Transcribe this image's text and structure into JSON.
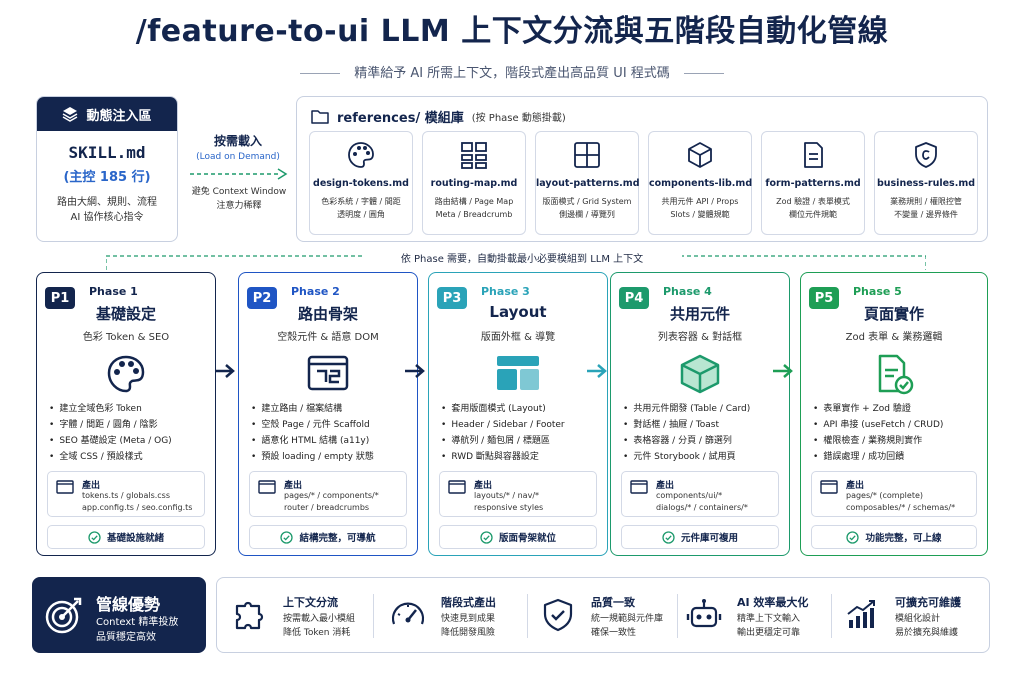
{
  "header": {
    "title": "/feature-to-ui LLM 上下文分流與五階段自動化管線",
    "subtitle": "精準給予 AI 所需上下文，階段式產出高品質 UI 程式碼"
  },
  "skill": {
    "head": "動態注入區",
    "title": "SKILL.md",
    "count": "(主控 185 行)",
    "desc_1": "路由大綱、規則、流程",
    "desc_2": "AI 協作核心指令"
  },
  "load": {
    "label": "按需載入",
    "label_en": "(Load on Demand)",
    "note_1": "避免 Context Window",
    "note_2": "注意力稀釋"
  },
  "refs": {
    "title": "references/ 模組庫",
    "subtitle": "(按 Phase 動態掛載)",
    "cards": [
      {
        "name": "design-tokens.md",
        "d1": "色彩系統 / 字體 / 間距",
        "d2": "透明度 / 圓角",
        "icon": "palette-icon"
      },
      {
        "name": "routing-map.md",
        "d1": "路由結構 / Page Map",
        "d2": "Meta / Breadcrumb",
        "icon": "sitemap-icon"
      },
      {
        "name": "layout-patterns.md",
        "d1": "版面模式 / Grid System",
        "d2": "側邊欄 / 導覽列",
        "icon": "grid-layout-icon"
      },
      {
        "name": "components-lib.md",
        "d1": "共用元件 API / Props",
        "d2": "Slots / 變體規範",
        "icon": "cube-icon"
      },
      {
        "name": "form-patterns.md",
        "d1": "Zod 驗證 / 表單模式",
        "d2": "欄位元件規範",
        "icon": "document-icon"
      },
      {
        "name": "business-rules.md",
        "d1": "業務規則 / 權限控管",
        "d2": "不變量 / 邊界條件",
        "icon": "shield-icon"
      }
    ],
    "phase_need": "依 Phase 需要，自動掛載最小必要模組到 LLM 上下文"
  },
  "phases": [
    {
      "badge": "P1",
      "num": "Phase 1",
      "name": "基礎設定",
      "sub": "色彩 Token & SEO",
      "color": "#13254d",
      "items": [
        "建立全域色彩 Token",
        "字體 / 間距 / 圓角 / 陰影",
        "SEO 基礎設定 (Meta / OG)",
        "全域 CSS / 預設樣式"
      ],
      "out_label": "產出",
      "out_1": "tokens.ts / globals.css",
      "out_2": "app.config.ts / seo.config.ts",
      "done": "基礎設施就緒"
    },
    {
      "badge": "P2",
      "num": "Phase 2",
      "name": "路由骨架",
      "sub": "空殼元件 & 語意 DOM",
      "color": "#1f55c4",
      "items": [
        "建立路由 / 檔案結構",
        "空殼 Page / 元件 Scaffold",
        "語意化 HTML 結構 (a11y)",
        "預設 loading / empty 狀態"
      ],
      "out_label": "產出",
      "out_1": "pages/* / components/*",
      "out_2": "router / breadcrumbs",
      "done": "結構完整，可導航"
    },
    {
      "badge": "P3",
      "num": "Phase 3",
      "name": "Layout",
      "sub": "版面外框 & 導覽",
      "color": "#2aa3b8",
      "items": [
        "套用版面模式 (Layout)",
        "Header / Sidebar / Footer",
        "導航列 / 麵包屑 / 標題區",
        "RWD 斷點與容器設定"
      ],
      "out_label": "產出",
      "out_1": "layouts/* / nav/*",
      "out_2": "responsive styles",
      "done": "版面骨架就位"
    },
    {
      "badge": "P4",
      "num": "Phase 4",
      "name": "共用元件",
      "sub": "列表容器 & 對話框",
      "color": "#1d9a6c",
      "items": [
        "共用元件開發 (Table / Card)",
        "對話框 / 抽屜 / Toast",
        "表格容器 / 分頁 / 篩選列",
        "元件 Storybook / 試用頁"
      ],
      "out_label": "產出",
      "out_1": "components/ui/*",
      "out_2": "dialogs/* / containers/*",
      "done": "元件庫可複用"
    },
    {
      "badge": "P5",
      "num": "Phase 5",
      "name": "頁面實作",
      "sub": "Zod 表單 & 業務邏輯",
      "color": "#1e9e55",
      "items": [
        "表單實作 + Zod 驗證",
        "API 串接 (useFetch / CRUD)",
        "權限檢查 / 業務規則實作",
        "錯誤處理 / 成功回饋"
      ],
      "out_label": "產出",
      "out_1": "pages/* (complete)",
      "out_2": "composables/* / schemas/*",
      "done": "功能完整，可上線"
    }
  ],
  "benefits_head": {
    "title": "管線優勢",
    "d1": "Context 精準投放",
    "d2": "品質穩定高效"
  },
  "benefits": [
    {
      "title": "上下文分流",
      "d1": "按需載入最小模組",
      "d2": "降低 Token 消耗",
      "icon": "puzzle-icon"
    },
    {
      "title": "階段式產出",
      "d1": "快速見到成果",
      "d2": "降低開發風險",
      "icon": "speedometer-icon"
    },
    {
      "title": "品質一致",
      "d1": "統一規範與元件庫",
      "d2": "確保一致性",
      "icon": "shield-check-icon"
    },
    {
      "title": "AI 效率最大化",
      "d1": "精準上下文輸入",
      "d2": "輸出更穩定可靠",
      "icon": "robot-icon"
    },
    {
      "title": "可擴充可維護",
      "d1": "模組化設計",
      "d2": "易於擴充與維護",
      "icon": "chart-up-icon"
    }
  ]
}
